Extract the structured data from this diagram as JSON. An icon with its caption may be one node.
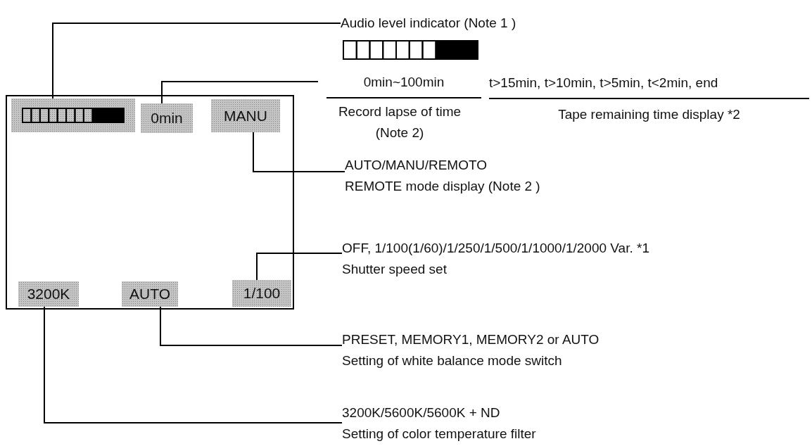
{
  "diagram": {
    "nodes": [
      {
        "text": [],
        "shape": "box"
      },
      {
        "text": [],
        "shape": "bar",
        "in": 0
      },
      {
        "text": [
          "0min"
        ],
        "in": 0
      },
      {
        "text": [
          "MANU"
        ],
        "in": 0
      },
      {
        "text": [
          "3200K"
        ],
        "in": 0
      },
      {
        "text": [
          "AUTO"
        ],
        "in": 0
      },
      {
        "text": [
          "1/100"
        ],
        "in": 0
      },
      {
        "text": [
          "Audio level indicator  (Note 1 )"
        ]
      },
      {
        "text": [],
        "shape": "bar"
      },
      {
        "text": [
          "0min~100min",
          "Record lapse of time (Note 2)"
        ]
      },
      {
        "text": [
          "AUTO/MANU/REMOTO",
          "REMOTE mode display (Note 2 )"
        ]
      },
      {
        "text": [
          "OFF, 1/100(1/60)/1/250/1/500/1/1000/1/2000 Var.  *1",
          "Shutter speed set"
        ]
      },
      {
        "text": [
          "PRESET, MEMORY1, MEMORY2 or AUTO",
          "Setting of white balance mode switch"
        ]
      },
      {
        "text": [
          "3200K/5600K/5600K + ND",
          "Setting of color temperature filter"
        ]
      }
    ],
    "edges": [
      {
        "from": 7,
        "to": 1,
        "arrow": "none"
      },
      {
        "from": 9,
        "to": 2,
        "arrow": "none"
      },
      {
        "from": 10,
        "to": 3,
        "arrow": "none"
      },
      {
        "from": 11,
        "to": 6,
        "arrow": "none"
      },
      {
        "from": 12,
        "to": 5,
        "arrow": "none"
      },
      {
        "from": 13,
        "to": 4,
        "arrow": "none"
      }
    ],
    "labels": [
      "t>15min, t>10min, t>5min, t<2min, end",
      "Tape remaining time display *2"
    ]
  }
}
